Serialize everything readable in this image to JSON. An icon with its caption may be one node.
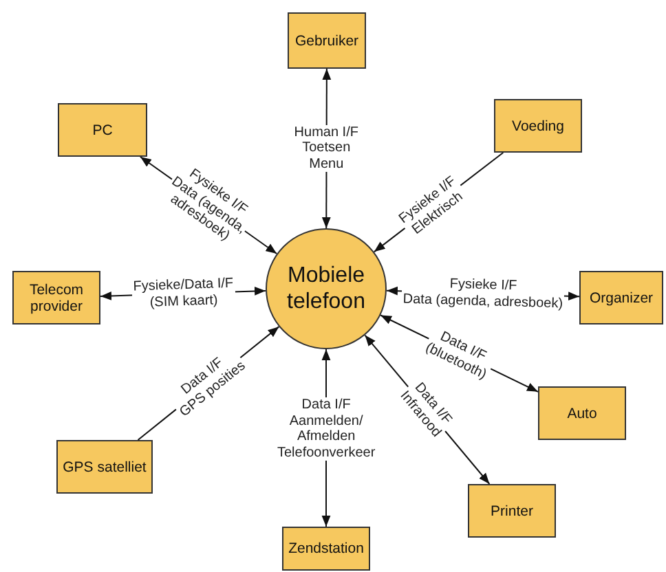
{
  "diagram": {
    "nodes": [
      {
        "text": [
          "Mobiele telefoon"
        ]
      },
      {
        "text": [
          "Gebruiker"
        ]
      },
      {
        "text": [
          "PC"
        ]
      },
      {
        "text": [
          "Voeding"
        ]
      },
      {
        "text": [
          "Telecom provider"
        ]
      },
      {
        "text": [
          "Organizer"
        ]
      },
      {
        "text": [
          "Auto"
        ]
      },
      {
        "text": [
          "GPS satelliet"
        ]
      },
      {
        "text": [
          "Printer"
        ]
      },
      {
        "text": [
          "Zendstation"
        ]
      }
    ],
    "edges": [
      {
        "from": 1,
        "to": 0,
        "arrow": "both",
        "label": "Human I/F Toetsen Menu"
      },
      {
        "from": 2,
        "to": 0,
        "arrow": "both",
        "label": "Fysieke I/F Data (agenda, adresboek)"
      },
      {
        "from": 3,
        "to": 0,
        "arrow": "to",
        "label": "Fysieke I/F Elektrisch"
      },
      {
        "from": 4,
        "to": 0,
        "arrow": "both",
        "label": "Fysieke/Data I/F (SIM kaart)"
      },
      {
        "from": 5,
        "to": 0,
        "arrow": "both",
        "label": "Fysieke I/F Data (agenda, adresboek)"
      },
      {
        "from": 6,
        "to": 0,
        "arrow": "both",
        "label": "Data I/F (bluetooth)"
      },
      {
        "from": 7,
        "to": 0,
        "arrow": "to",
        "label": "Data I/F GPS posities"
      },
      {
        "from": 8,
        "to": 0,
        "arrow": "both",
        "label": "Data I/F Infrarood"
      },
      {
        "from": 9,
        "to": 0,
        "arrow": "both",
        "label": "Data I/F Aanmelden/ Afmelden Telefoonverkeer"
      }
    ]
  }
}
